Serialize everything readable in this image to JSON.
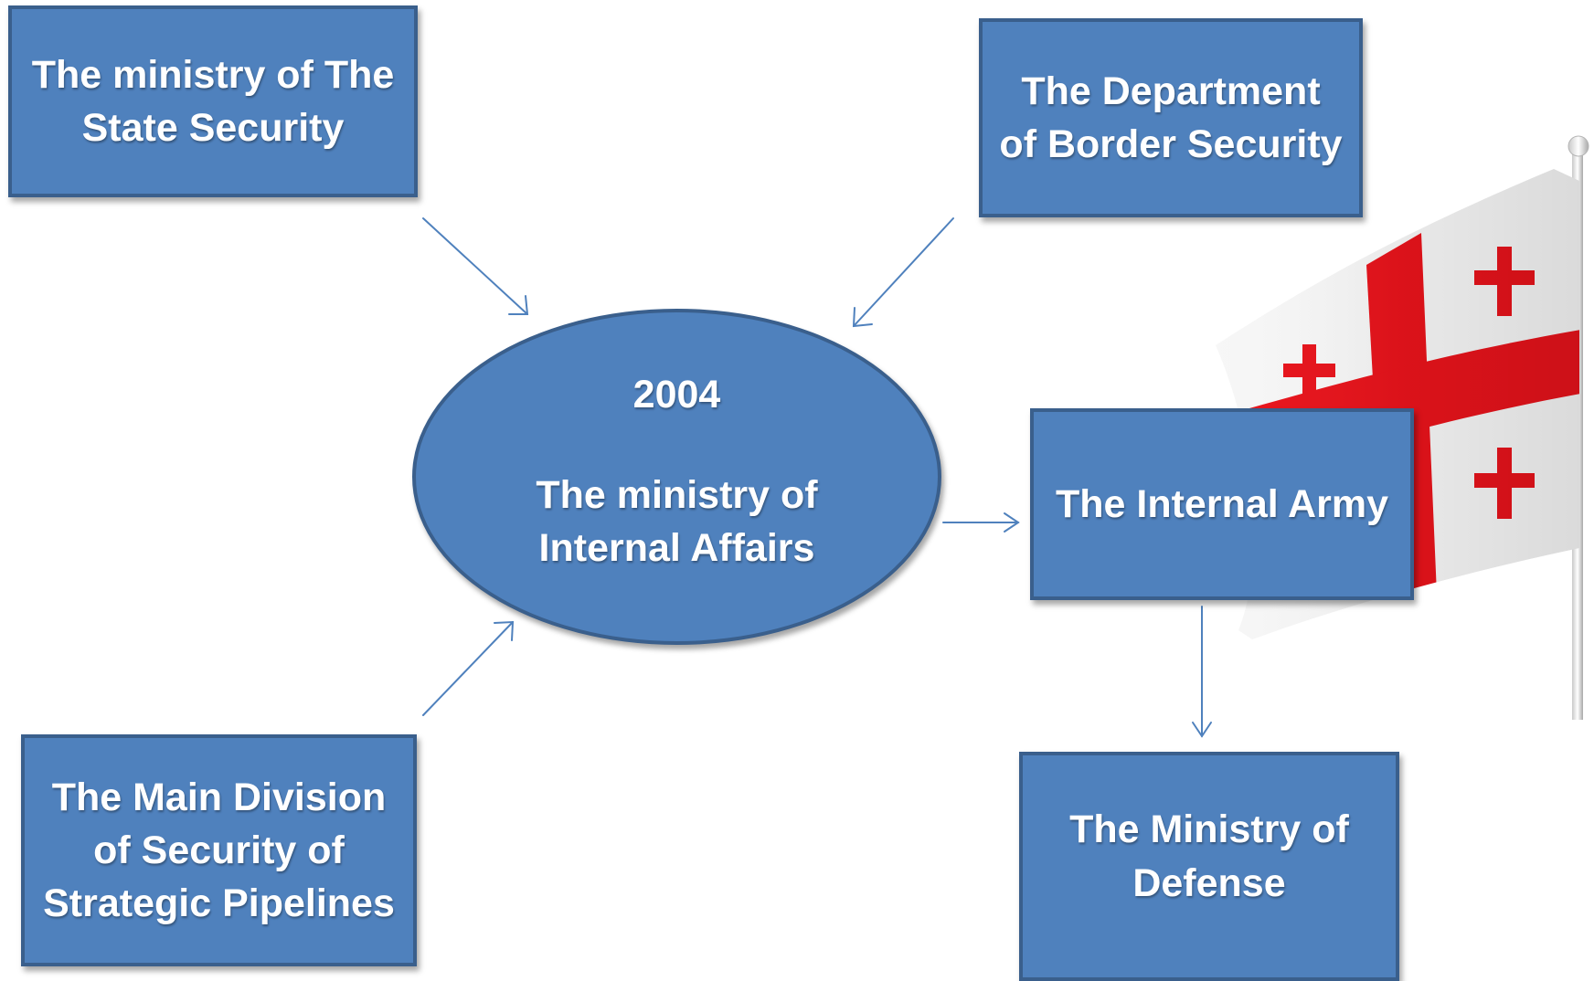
{
  "diagram": {
    "center": {
      "year": "2004",
      "text": "The ministry of\nInternal Affairs"
    },
    "boxes": {
      "state_security": "The ministry of The\nState Security",
      "border_security": "The Department\nof Border Security",
      "internal_army": "The Internal Army",
      "pipelines": "The Main Division\nof Security of\nStrategic Pipelines",
      "defense": "The Ministry of\nDefense"
    }
  },
  "colors": {
    "box_fill": "#4f81bd",
    "box_border": "#3a5f8c",
    "arrow": "#4f81bd",
    "flag_red": "#e8131b",
    "flag_white": "#ffffff"
  },
  "illustration": {
    "icon": "georgian-flag-icon"
  }
}
